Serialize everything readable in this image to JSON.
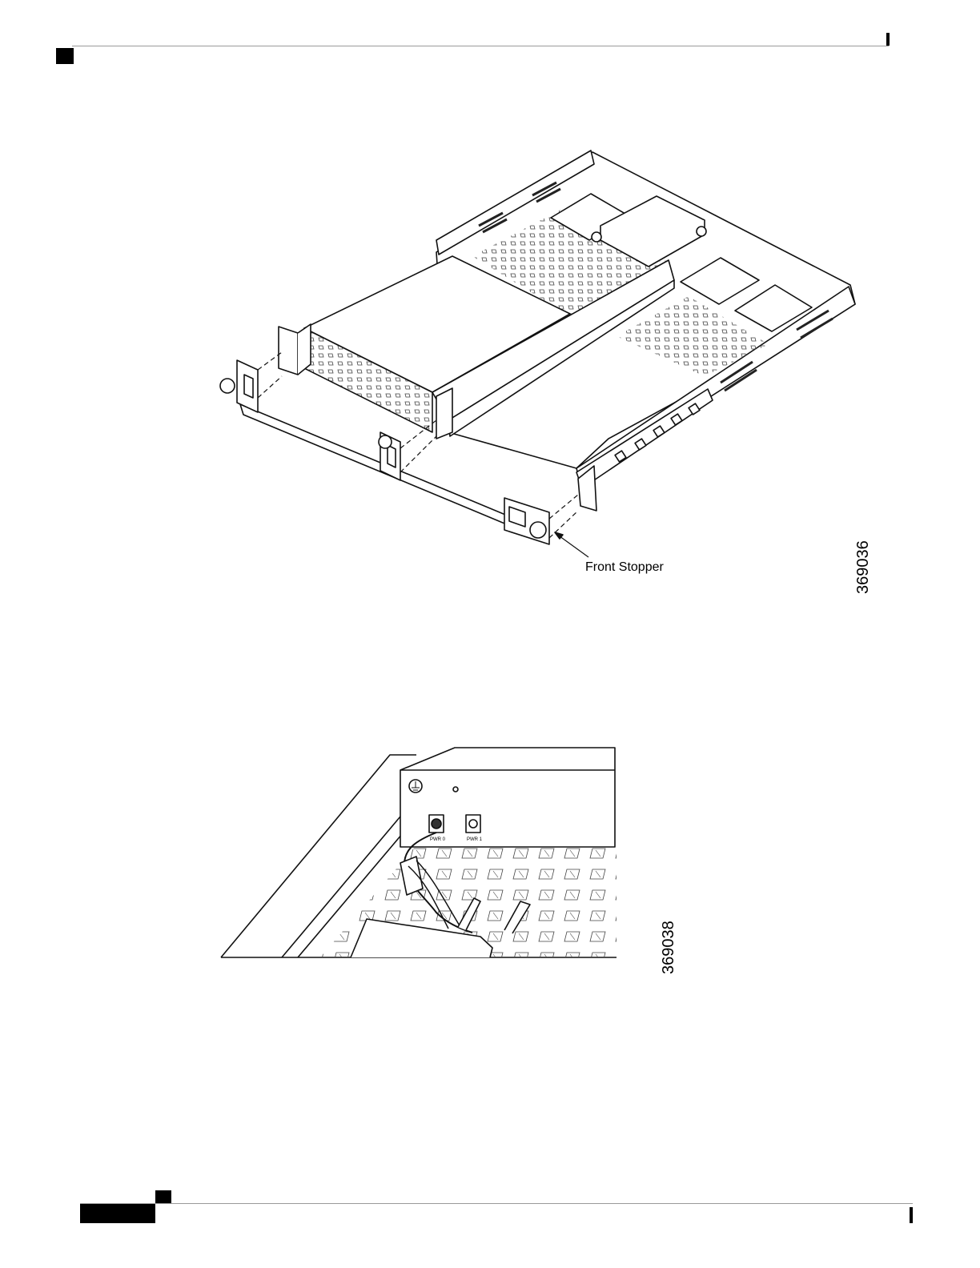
{
  "figure1": {
    "callout": "Front Stopper",
    "figure_id": "369036"
  },
  "figure2": {
    "port0_label": "PWR 0",
    "port1_label": "PWR 1",
    "figure_id": "369038"
  }
}
